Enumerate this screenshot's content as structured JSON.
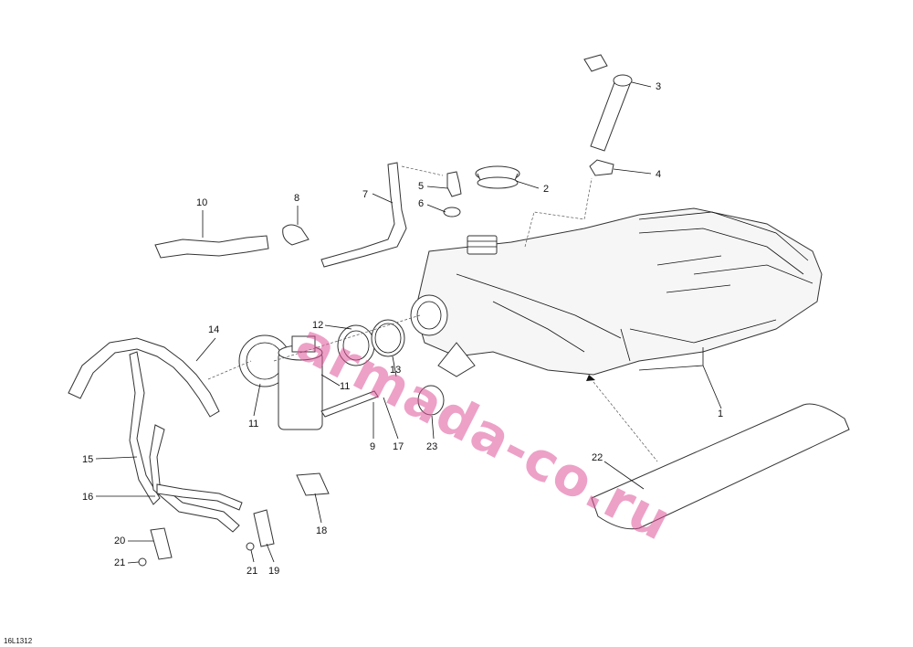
{
  "drawing_code": "16L1312",
  "watermark": "armada-co.ru",
  "callouts": [
    {
      "id": "c1",
      "text": "1"
    },
    {
      "id": "c2",
      "text": "2"
    },
    {
      "id": "c3",
      "text": "3"
    },
    {
      "id": "c4",
      "text": "4"
    },
    {
      "id": "c5",
      "text": "5"
    },
    {
      "id": "c6",
      "text": "6"
    },
    {
      "id": "c7",
      "text": "7"
    },
    {
      "id": "c8",
      "text": "8"
    },
    {
      "id": "c9",
      "text": "9"
    },
    {
      "id": "c10",
      "text": "10"
    },
    {
      "id": "c11a",
      "text": "11"
    },
    {
      "id": "c11b",
      "text": "11"
    },
    {
      "id": "c12",
      "text": "12"
    },
    {
      "id": "c13",
      "text": "13"
    },
    {
      "id": "c14",
      "text": "14"
    },
    {
      "id": "c15",
      "text": "15"
    },
    {
      "id": "c16",
      "text": "16"
    },
    {
      "id": "c17",
      "text": "17"
    },
    {
      "id": "c18",
      "text": "18"
    },
    {
      "id": "c19",
      "text": "19"
    },
    {
      "id": "c20",
      "text": "20"
    },
    {
      "id": "c21a",
      "text": "21"
    },
    {
      "id": "c21b",
      "text": "21"
    },
    {
      "id": "c22",
      "text": "22"
    },
    {
      "id": "c23",
      "text": "23"
    }
  ]
}
